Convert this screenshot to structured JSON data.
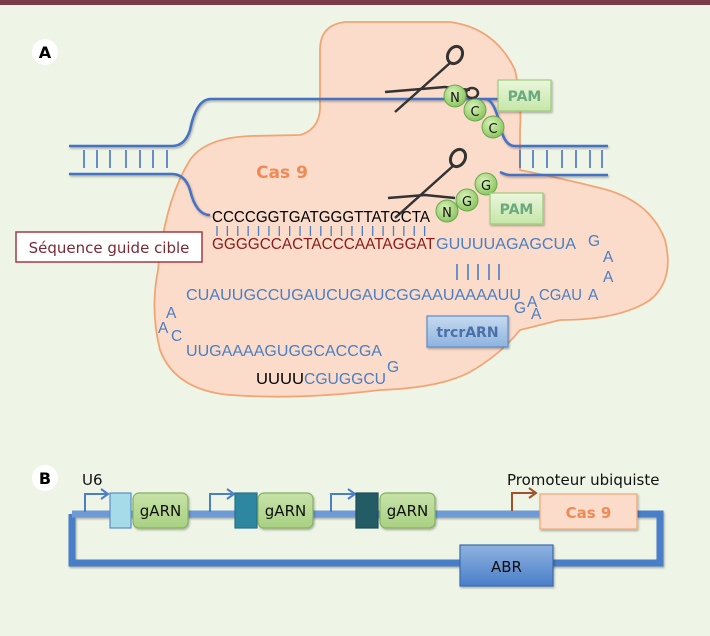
{
  "panel_a": {
    "label": "A",
    "protein_label": "Cas 9",
    "pam_top": "PAM",
    "pam_bottom": "PAM",
    "pam_top_nucleotides": [
      "N",
      "C",
      "C"
    ],
    "pam_bottom_nucleotides": [
      "N",
      "G",
      "G"
    ],
    "guide_label": "Séquence guide cible",
    "target_strand": "CCCCGGTGATGGGTTATCCTA",
    "guide_sequence": "GGGGCCACTACCCAATAGGAT",
    "rna_line1": "GUUUUAGAGCUA",
    "loop_right": [
      "G",
      "A",
      "A",
      "A"
    ],
    "rna_line2_left": "CUAUUGCCUGAUCUGAUCGGAAUAAAAUU",
    "rna_line2_right": "CGAU",
    "bulge": [
      "G",
      "A",
      "A"
    ],
    "loop_left": [
      "A",
      "A",
      "C"
    ],
    "rna_line3": "UUGAAAAGUGGCACCGA",
    "rna_line4_black": "UUUU",
    "rna_line4_blue": "CGUGGCU",
    "loop_bottom": "G",
    "trcr_label": "trcrARN"
  },
  "panel_b": {
    "label": "B",
    "u6_label": "U6",
    "garn_labels": [
      "gARN",
      "gARN",
      "gARN"
    ],
    "promoter_label": "Promoteur ubiquiste",
    "cas9_label": "Cas 9",
    "abr_label": "ABR"
  },
  "colors": {
    "background": "#eef5e6",
    "top_border": "#7a3a48",
    "dna_blue": "#4472c4",
    "rna_blue": "#4a7ec2",
    "cas9_fill": "#fbdccb",
    "cas9_stroke": "#f2a574",
    "cas9_text": "#f08a55",
    "guide_red": "#8b1a1a",
    "pam_green": "#6aaa7e",
    "nucleotide_green": "#8fcc6a",
    "promoter_brown": "#a0522d"
  }
}
